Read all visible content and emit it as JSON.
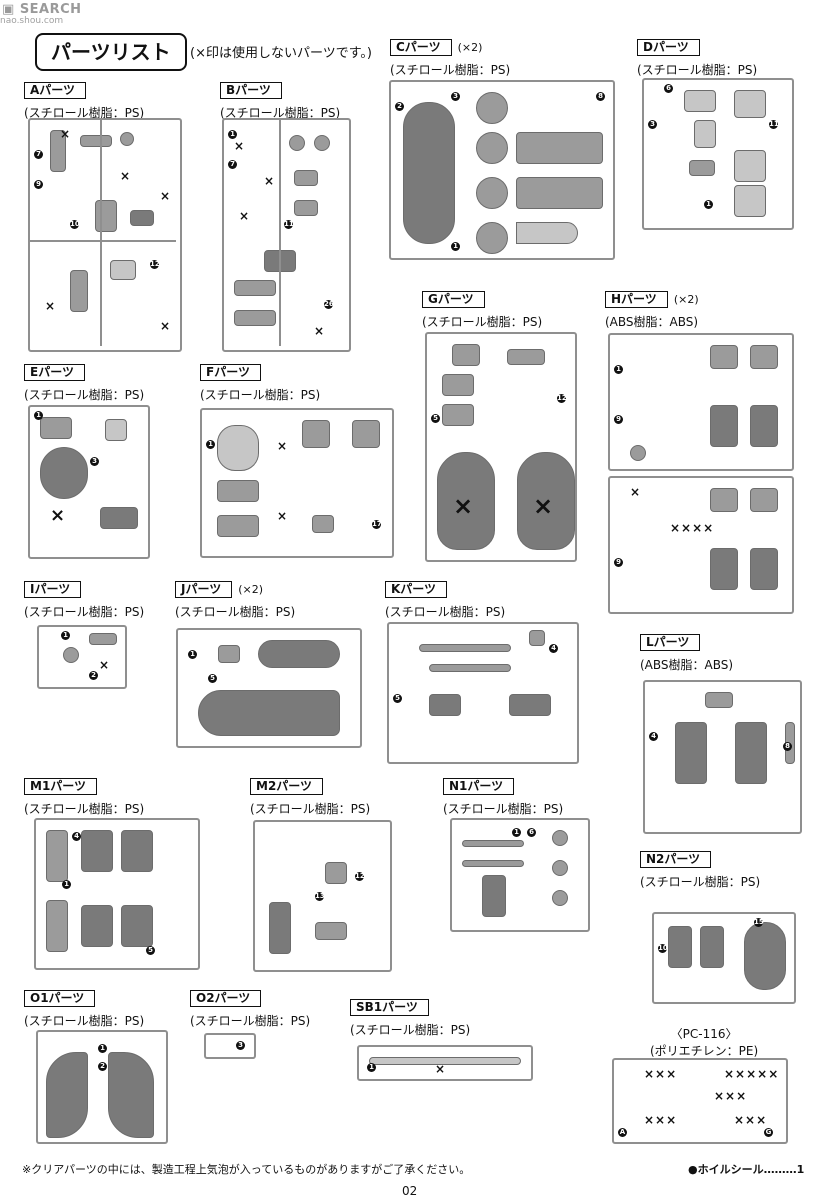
{
  "watermark": {
    "site": "SEARCH",
    "url": "nao.shou.com"
  },
  "title": "パーツリスト",
  "note": "(×印は使用しないパーツです。)",
  "sections": [
    {
      "id": "A",
      "label": "Aパーツ",
      "multiplier": "",
      "material": "(スチロール樹脂：PS)"
    },
    {
      "id": "B",
      "label": "Bパーツ",
      "multiplier": "",
      "material": "(スチロール樹脂：PS)"
    },
    {
      "id": "C",
      "label": "Cパーツ",
      "multiplier": "(×2)",
      "material": "(スチロール樹脂：PS)"
    },
    {
      "id": "D",
      "label": "Dパーツ",
      "multiplier": "",
      "material": "(スチロール樹脂：PS)"
    },
    {
      "id": "G",
      "label": "Gパーツ",
      "multiplier": "",
      "material": "(スチロール樹脂：PS)"
    },
    {
      "id": "H",
      "label": "Hパーツ",
      "multiplier": "(×2)",
      "material": "(ABS樹脂：ABS)"
    },
    {
      "id": "E",
      "label": "Eパーツ",
      "multiplier": "",
      "material": "(スチロール樹脂：PS)"
    },
    {
      "id": "F",
      "label": "Fパーツ",
      "multiplier": "",
      "material": "(スチロール樹脂：PS)"
    },
    {
      "id": "I",
      "label": "Iパーツ",
      "multiplier": "",
      "material": "(スチロール樹脂：PS)"
    },
    {
      "id": "J",
      "label": "Jパーツ",
      "multiplier": "(×2)",
      "material": "(スチロール樹脂：PS)"
    },
    {
      "id": "K",
      "label": "Kパーツ",
      "multiplier": "",
      "material": "(スチロール樹脂：PS)"
    },
    {
      "id": "L",
      "label": "Lパーツ",
      "multiplier": "",
      "material": "(ABS樹脂：ABS)"
    },
    {
      "id": "M1",
      "label": "M1パーツ",
      "multiplier": "",
      "material": "(スチロール樹脂：PS)"
    },
    {
      "id": "M2",
      "label": "M2パーツ",
      "multiplier": "",
      "material": "(スチロール樹脂：PS)"
    },
    {
      "id": "N1",
      "label": "N1パーツ",
      "multiplier": "",
      "material": "(スチロール樹脂：PS)"
    },
    {
      "id": "N2",
      "label": "N2パーツ",
      "multiplier": "",
      "material": "(スチロール樹脂：PS)"
    },
    {
      "id": "O1",
      "label": "O1パーツ",
      "multiplier": "",
      "material": "(スチロール樹脂：PS)"
    },
    {
      "id": "O2",
      "label": "O2パーツ",
      "multiplier": "",
      "material": "(スチロール樹脂：PS)"
    },
    {
      "id": "SB1",
      "label": "SB1パーツ",
      "multiplier": "",
      "material": "(スチロール樹脂：PS)"
    }
  ],
  "pc": {
    "name": "〈PC-116〉",
    "material": "(ポリエチレン：PE)"
  },
  "footnote": "※クリアパーツの中には、製造工程上気泡が入っているものがありますがご了承ください。",
  "seal": "●ホイルシール………1",
  "page_number": "02"
}
